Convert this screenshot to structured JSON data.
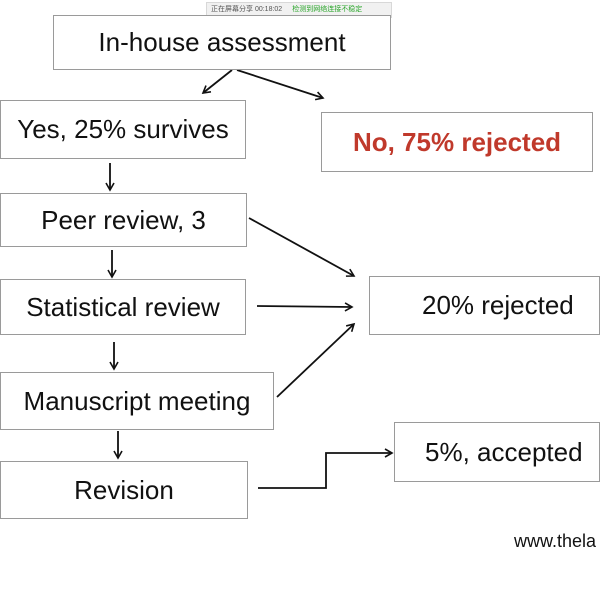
{
  "status_bar": {
    "left": "正在屏幕分享 00:18:02",
    "right": "检测到网络连接不稳定"
  },
  "nodes": {
    "in_house": "In-house assessment",
    "yes_survives": "Yes, 25% survives",
    "no_rejected": "No, 75% rejected",
    "peer_review": "Peer review, 3",
    "statistical_review": "Statistical review",
    "rejected_20": "20% rejected",
    "manuscript_meeting": "Manuscript meeting",
    "revision": "Revision",
    "accepted_5": "5%, accepted"
  },
  "website": "www.thela",
  "colors": {
    "reject_highlight": "#c0392b",
    "box_border": "#9a9a9a",
    "arrow": "#111111"
  }
}
